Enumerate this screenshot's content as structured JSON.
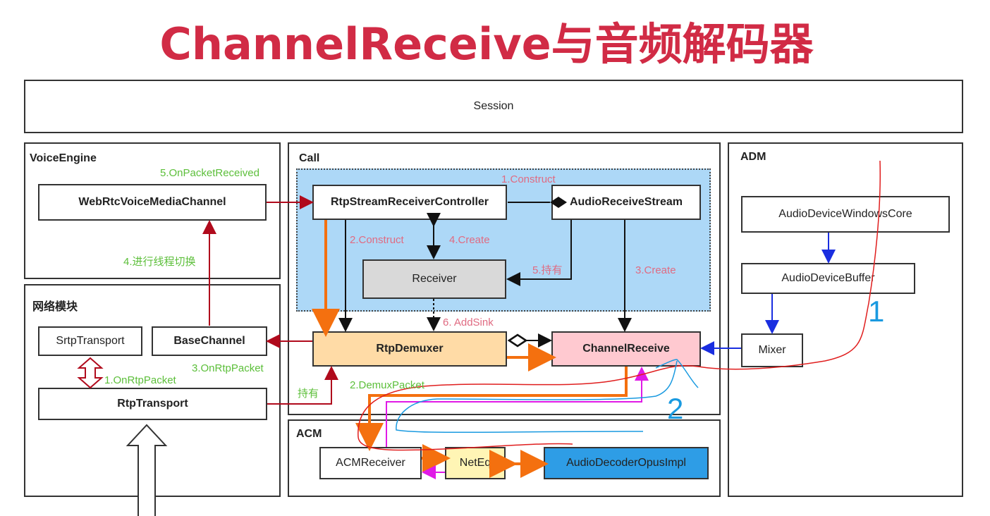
{
  "title": "ChannelReceive与音频解码器",
  "panels": {
    "session": "Session",
    "voice_engine": "VoiceEngine",
    "network": "网络模块",
    "call": "Call",
    "acm": "ACM",
    "adm": "ADM"
  },
  "boxes": {
    "webrtc_voice_media_channel": "WebRtcVoiceMediaChannel",
    "rtp_stream_receiver_controller": "RtpStreamReceiverController",
    "audio_receive_stream": "AudioReceiveStream",
    "receiver": "Receiver",
    "rtp_demuxer": "RtpDemuxer",
    "channel_receive": "ChannelReceive",
    "srtp_transport": "SrtpTransport",
    "base_channel": "BaseChannel",
    "rtp_transport": "RtpTransport",
    "acm_receiver": "ACMReceiver",
    "neteq": "NetEq",
    "audio_decoder_opus_impl": "AudioDecoderOpusImpl",
    "audio_device_windows_core": "AudioDeviceWindowsCore",
    "audio_device_buffer": "AudioDeviceBuffer",
    "mixer": "Mixer"
  },
  "labels": {
    "on_packet_received": "5.OnPacketReceived",
    "thread_switch": "4.进行线程切换",
    "construct_1": "1.Construct",
    "construct_2": "2.Construct",
    "create_4": "4.Create",
    "hold_5": "5.持有",
    "create_3": "3.Create",
    "add_sink_6": "6. AddSink",
    "on_rtp_packet_3": "3.OnRtpPacket",
    "on_rtp_packet_1": "1.OnRtpPacket",
    "hold": "持有",
    "demux_packet_2": "2.DemuxPacket"
  },
  "annotations": {
    "mark_1": "1",
    "mark_2": "2"
  },
  "colors": {
    "title": "#d12b45",
    "call_bg": "#add8f7",
    "receiver_bg": "#d9d9d9",
    "demuxer_bg": "#ffdba6",
    "channel_receive_bg": "#ffc9d0",
    "neteq_bg": "#fff5b5",
    "decoder_bg": "#2e9de6",
    "label_green": "#5cbf3a",
    "label_pink": "#e06b82",
    "arrow_red": "#b00a1c",
    "arrow_orange": "#f4700f",
    "arrow_blue": "#1a2ee0",
    "arrow_magenta": "#e01ae6",
    "annotation_red": "#e01e1e",
    "annotation_blue": "#1a9ae0"
  }
}
